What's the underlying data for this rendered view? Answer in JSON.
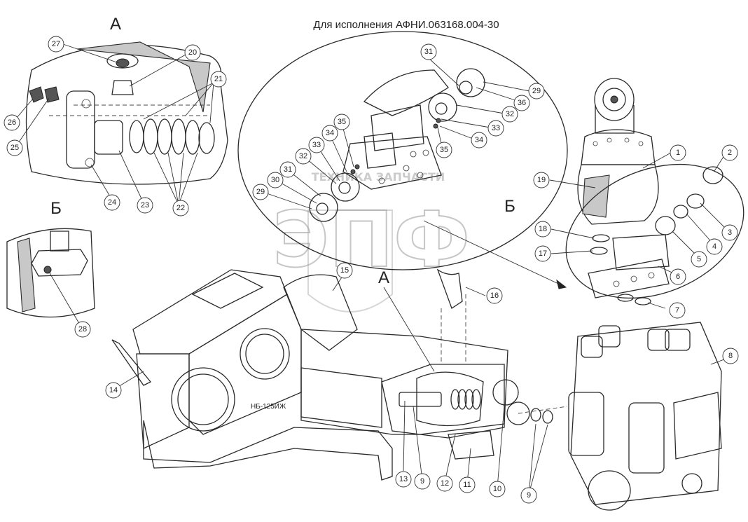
{
  "header": {
    "variant_text": "Для исполнения  АФНИ.063168.004-30"
  },
  "views": {
    "view_a_label": "А",
    "view_b_label": "Б",
    "callout_a_label": "А",
    "callout_b_label": "Б"
  },
  "pump": {
    "model_plate": "НБ-125ИЖ"
  },
  "watermark": {
    "logo_text": "ЭПФ",
    "company_text": "ТЕХНИКА ЗАПЧАСТИ"
  },
  "balloons": {
    "b1": "1",
    "b2": "2",
    "b3": "3",
    "b4": "4",
    "b5": "5",
    "b6": "6",
    "b7": "7",
    "b8": "8",
    "b9a": "9",
    "b9b": "9",
    "b10": "10",
    "b11": "11",
    "b12": "12",
    "b13": "13",
    "b14": "14",
    "b15": "15",
    "b16": "16",
    "b17": "17",
    "b18": "18",
    "b19": "19",
    "b20": "20",
    "b21": "21",
    "b22": "22",
    "b23": "23",
    "b24": "24",
    "b25": "25",
    "b26": "26",
    "b27": "27",
    "b28": "28",
    "b29a": "29",
    "b29b": "29",
    "b30": "30",
    "b31a": "31",
    "b31b": "31",
    "b32a": "32",
    "b32b": "32",
    "b33a": "33",
    "b33b": "33",
    "b34a": "34",
    "b34b": "34",
    "b35a": "35",
    "b35b": "35",
    "b36": "36"
  }
}
